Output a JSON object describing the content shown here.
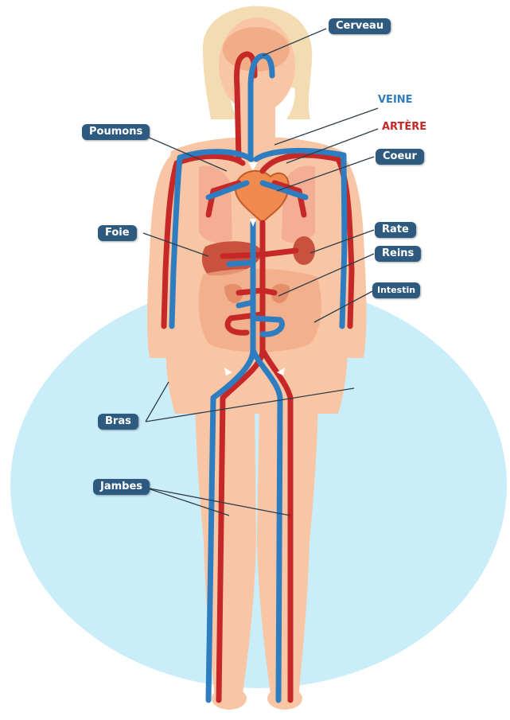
{
  "labels": {
    "cerveau": "Cerveau",
    "poumons": "Poumons",
    "coeur": "Coeur",
    "foie": "Foie",
    "rate": "Rate",
    "reins": "Reins",
    "intestin": "Intestin",
    "bras": "Bras",
    "jambes": "Jambes"
  },
  "legend": {
    "veine": "VEINE",
    "artere": "ARTÈRE"
  },
  "colors": {
    "vein": "#2f7dc1",
    "artery": "#c62828",
    "skin": "#f8c6a4",
    "hair": "#f3dcb2",
    "background_ellipse": "#c9eefa",
    "label_box": "#2e5a80"
  }
}
